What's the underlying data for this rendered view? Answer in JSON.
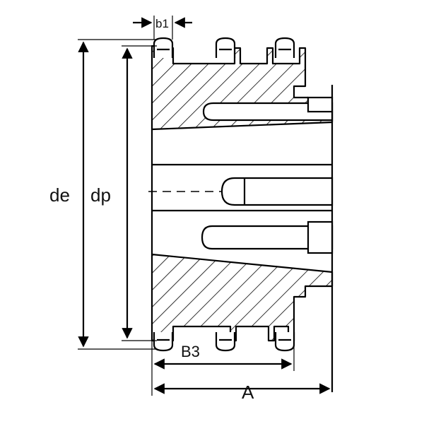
{
  "dimension_labels": {
    "de": "de",
    "dp": "dp",
    "b1": "b1",
    "B3": "B3",
    "A": "A"
  }
}
